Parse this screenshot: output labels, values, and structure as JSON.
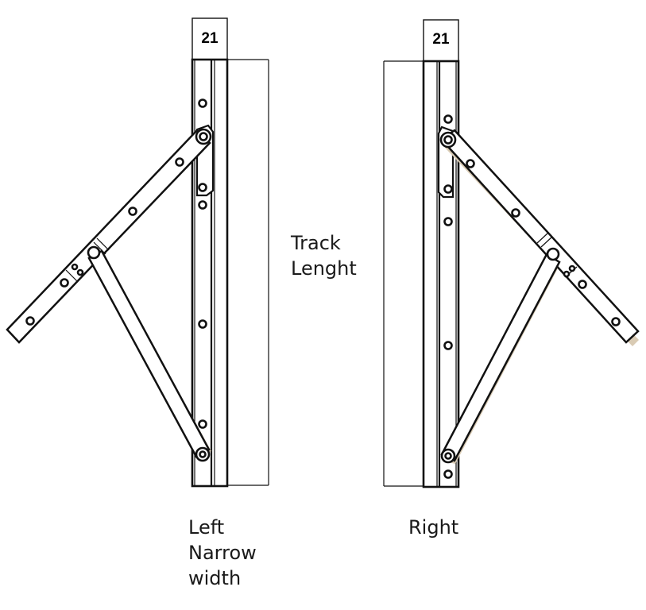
{
  "dimension_left": "21",
  "dimension_right": "21",
  "track_label": [
    "Track",
    "Lenght"
  ],
  "left_caption": [
    "Left",
    "Narrow",
    "width"
  ],
  "right_caption": [
    "Right"
  ]
}
